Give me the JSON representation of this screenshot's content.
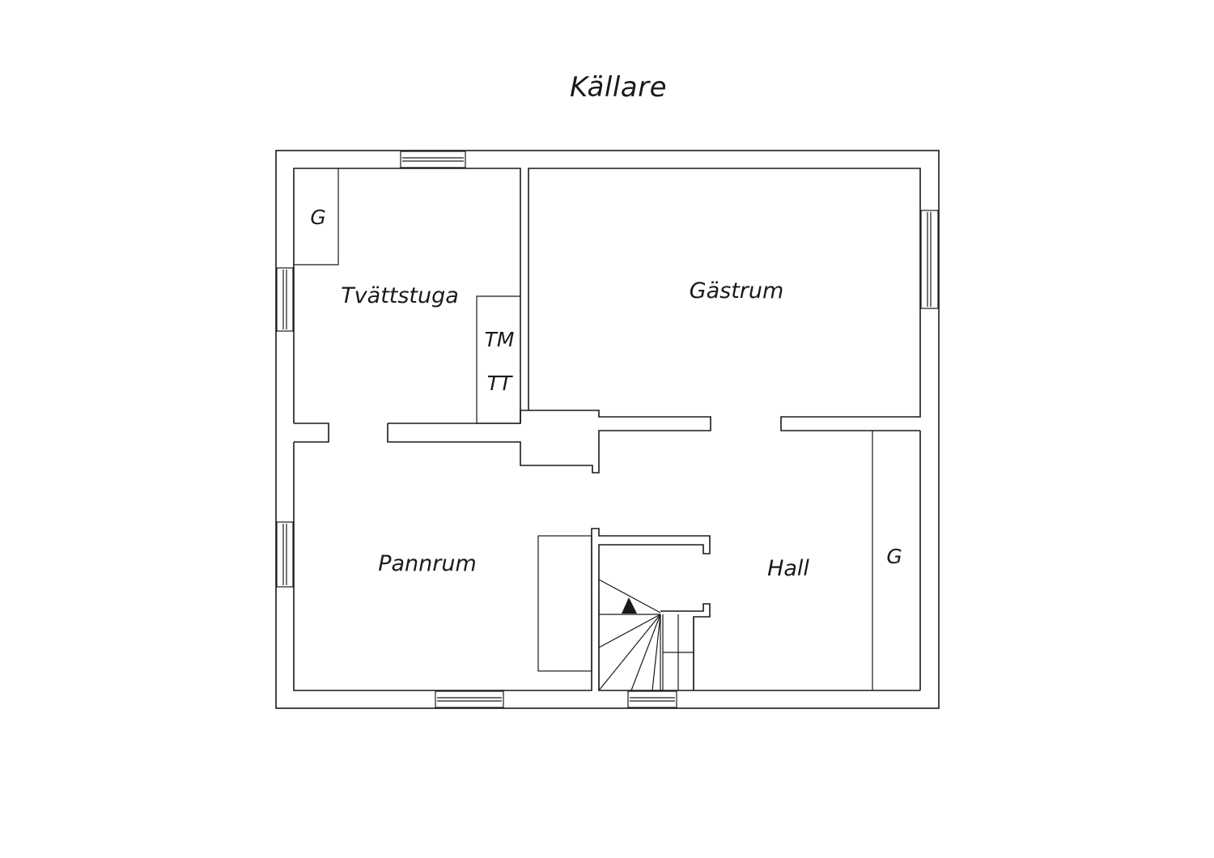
{
  "title": "Källare",
  "rooms": {
    "tvattstuga": "Tvättstuga",
    "gastrum": "Gästrum",
    "pannrum": "Pannrum",
    "hall": "Hall"
  },
  "fixtures": {
    "g_top": "G",
    "g_hall": "G",
    "tm": "TM",
    "tt": "TT"
  }
}
